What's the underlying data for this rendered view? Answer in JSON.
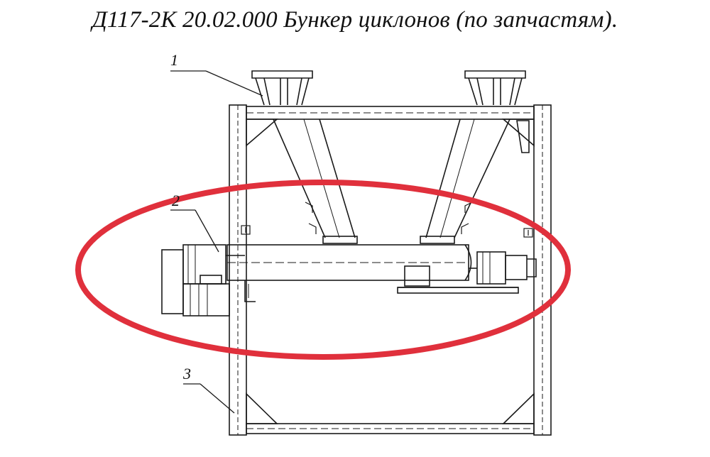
{
  "title": "Д117-2К 20.02.000 Бункер циклонов (по запчастям).",
  "callouts": [
    {
      "label": "1"
    },
    {
      "label": "2"
    },
    {
      "label": "3"
    }
  ],
  "colors": {
    "line": "#1a1a1a",
    "highlight": "#e0303c",
    "background": "#ffffff"
  }
}
